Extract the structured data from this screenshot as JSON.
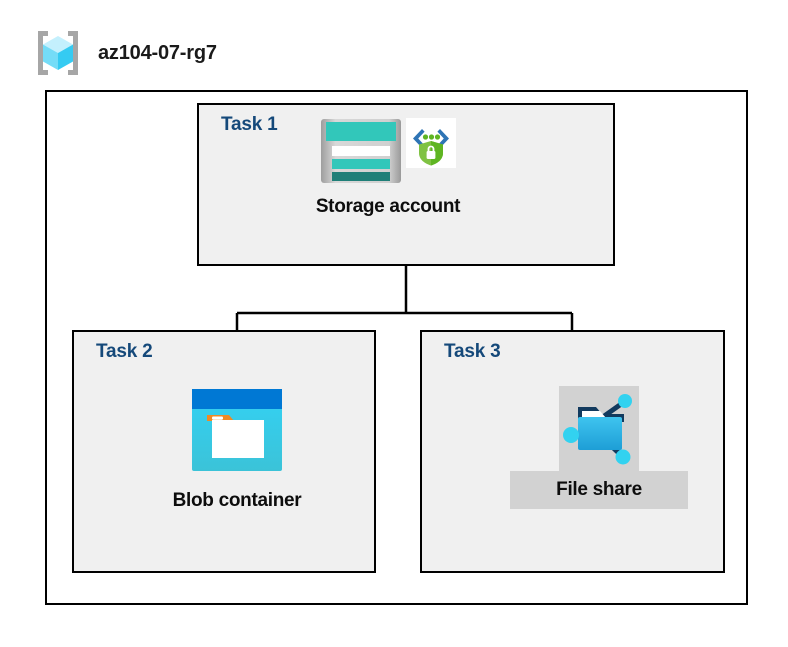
{
  "diagram": {
    "resource_group": {
      "name": "az104-07-rg7",
      "icon": "resource-group-cube-icon"
    },
    "tasks": [
      {
        "label": "Task 1",
        "caption": "Storage account",
        "icons": [
          "storage-account-icon",
          "secure-key-shield-icon"
        ],
        "highlighted": false
      },
      {
        "label": "Task 2",
        "caption": "Blob container",
        "icons": [
          "blob-container-icon"
        ],
        "highlighted": false
      },
      {
        "label": "Task 3",
        "caption": "File share",
        "icons": [
          "file-share-folder-icon"
        ],
        "highlighted": true
      }
    ],
    "colors": {
      "task_label": "#15497a",
      "caption": "#0d0d0d",
      "box_fill": "#f0f0f0",
      "box_border": "#000000",
      "canvas": "#ffffff",
      "highlight": "#d2d2d2",
      "storage_teal": "#32c7ba",
      "storage_teal_dark": "#1f7f78",
      "blob_blue": "#0078d4",
      "blob_cyan": "#32c9ef",
      "blob_orange": "#f08a24",
      "fileshare_blue": "#32b4e4",
      "fileshare_node": "#32d2f0",
      "shield_green": "#5fb522",
      "bracket_blue": "#2e74b5",
      "cube_cyan": "#9fe8fb"
    }
  }
}
